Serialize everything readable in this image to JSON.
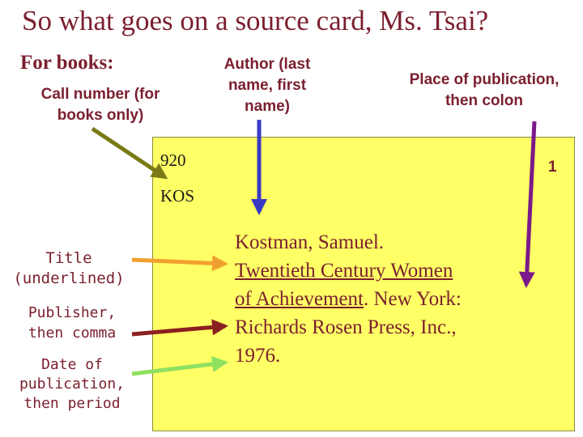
{
  "slide": {
    "title": "So what goes on a source card, Ms. Tsai?"
  },
  "labels": {
    "for_books": "For books:",
    "call_number": [
      "Call number (for",
      "books only)"
    ],
    "author": [
      "Author (last",
      "name, first",
      "name)"
    ],
    "place": [
      "Place of publication,",
      "then colon"
    ],
    "title": [
      "Title",
      "(underlined)"
    ],
    "publisher": [
      "Publisher,",
      "then comma"
    ],
    "date": [
      "Date of",
      "publication,",
      "then period"
    ]
  },
  "card": {
    "call_number_line1": "920",
    "call_number_line2": "KOS",
    "page_number": "1",
    "citation": {
      "author": "Kostman, Samuel.",
      "title_line1": "Twentieth Century Women",
      "title_line2": "of Achievement",
      "after_title": ".  New York:",
      "publisher": "Richards Rosen Press, Inc.,",
      "date": "1976",
      "date_end": "."
    }
  },
  "colors": {
    "title_text": "#7a1f2e",
    "card_background": "#ffff66",
    "arrow_call_number": "#7a7a16",
    "arrow_author": "#3a3ac4",
    "arrow_place": "#7a1a8a",
    "arrow_title": "#f0a030",
    "arrow_publisher": "#8b2020",
    "arrow_date": "#90e060"
  }
}
